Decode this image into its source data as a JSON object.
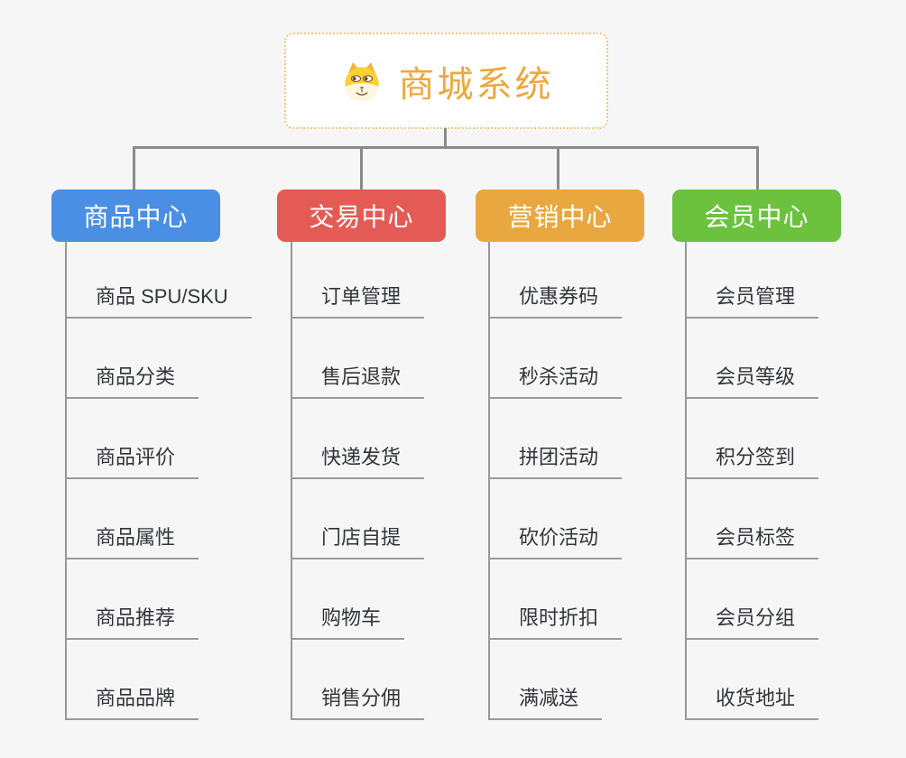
{
  "root": {
    "title": "商城系统",
    "icon": "dog-face-icon",
    "title_color": "#f0a73d",
    "border_color": "#f3c579",
    "background": "#ffffff"
  },
  "canvas": {
    "background": "#f6f6f6",
    "connector_color": "#8a8a8a",
    "leaf_line_color": "#9b9b9b",
    "leaf_text_color": "#32353a"
  },
  "branches": [
    {
      "label": "商品中心",
      "color": "#4a8fe3",
      "items": [
        "商品 SPU/SKU",
        "商品分类",
        "商品评价",
        "商品属性",
        "商品推荐",
        "商品品牌"
      ]
    },
    {
      "label": "交易中心",
      "color": "#e45b55",
      "items": [
        "订单管理",
        "售后退款",
        "快递发货",
        "门店自提",
        "购物车",
        "销售分佣"
      ]
    },
    {
      "label": "营销中心",
      "color": "#e9a83f",
      "items": [
        "优惠券码",
        "秒杀活动",
        "拼团活动",
        "砍价活动",
        "限时折扣",
        "满减送"
      ]
    },
    {
      "label": "会员中心",
      "color": "#6cc23f",
      "items": [
        "会员管理",
        "会员等级",
        "积分签到",
        "会员标签",
        "会员分组",
        "收货地址"
      ]
    }
  ]
}
